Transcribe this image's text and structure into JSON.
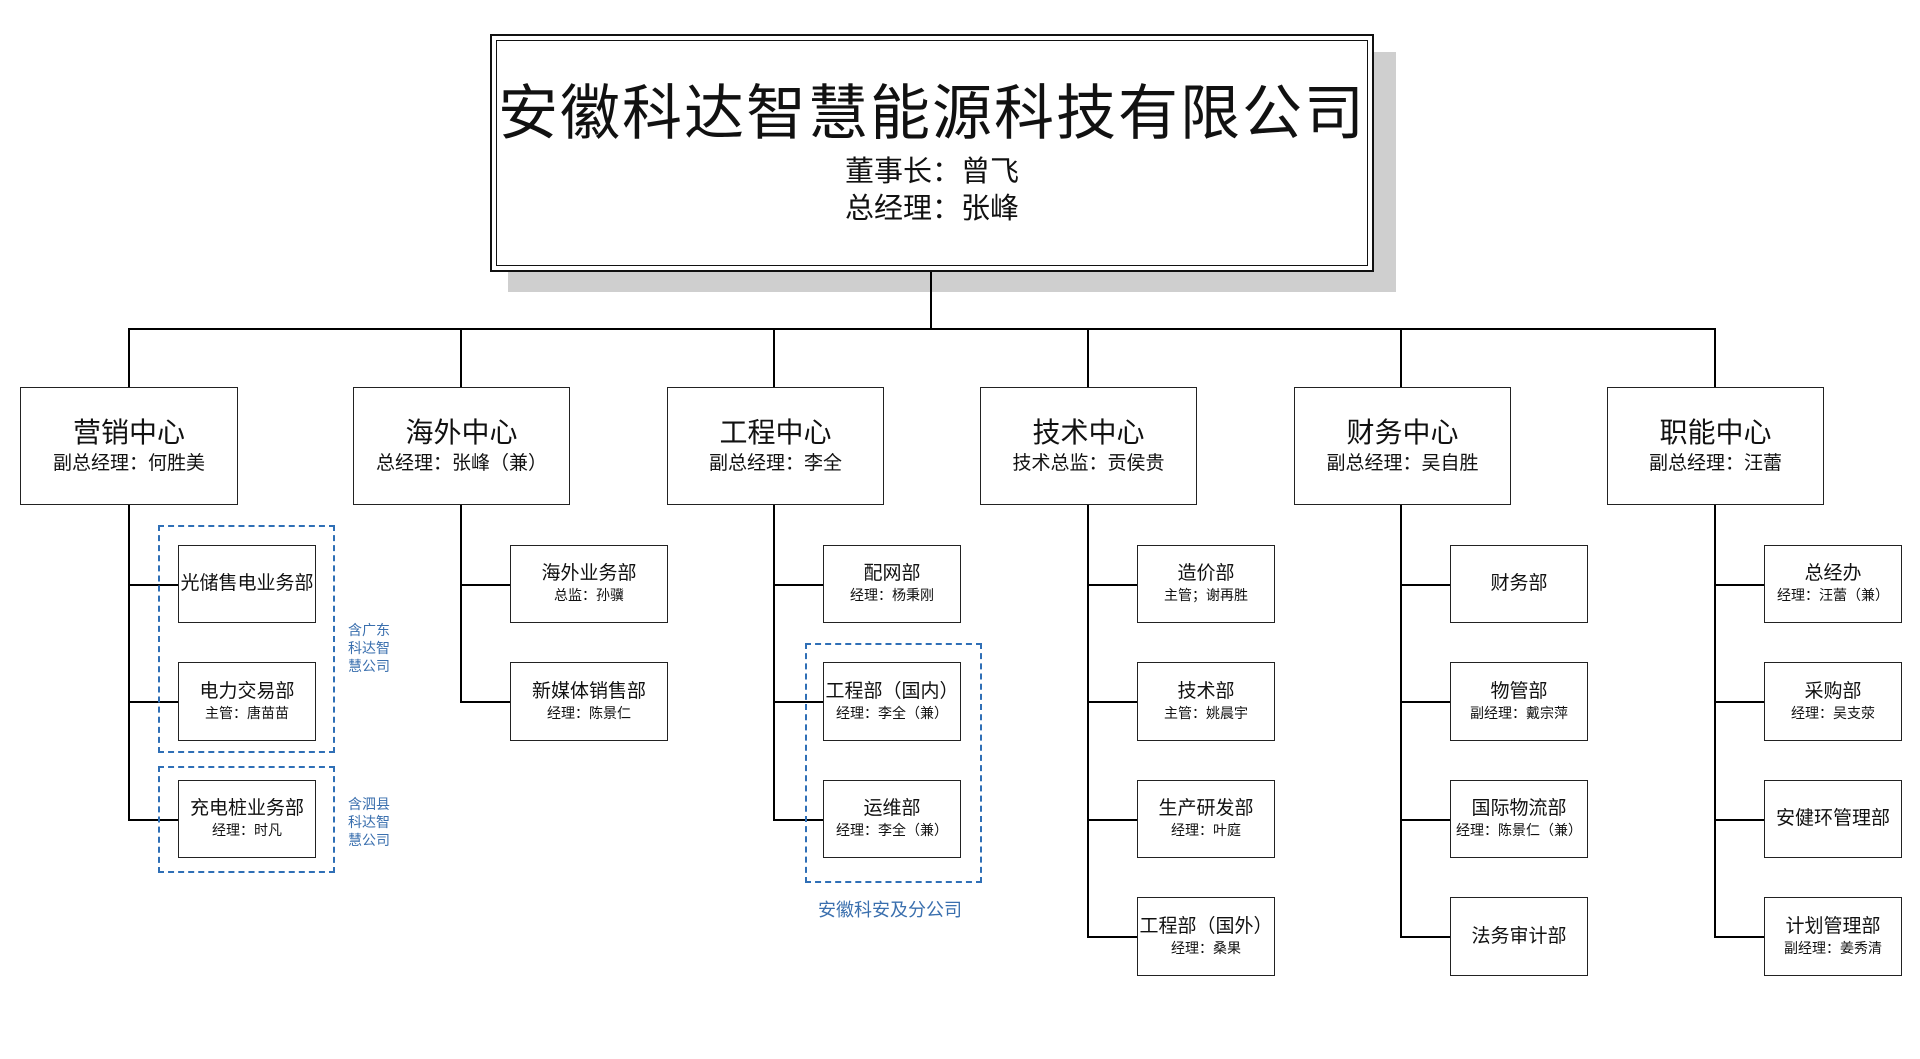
{
  "company": {
    "name": "安徽科达智慧能源科技有限公司",
    "chairman": "董事长：曾飞",
    "general_manager": "总经理：张峰"
  },
  "centers": [
    {
      "name": "营销中心",
      "manager": "副总经理：何胜美",
      "departments": [
        {
          "name": "光储售电业务部",
          "manager": ""
        },
        {
          "name": "电力交易部",
          "manager": "主管：唐苗苗"
        },
        {
          "name": "充电桩业务部",
          "manager": "经理：时凡"
        }
      ]
    },
    {
      "name": "海外中心",
      "manager": "总经理：张峰（兼）",
      "departments": [
        {
          "name": "海外业务部",
          "manager": "总监：孙骥"
        },
        {
          "name": "新媒体销售部",
          "manager": "经理：陈景仁"
        }
      ]
    },
    {
      "name": "工程中心",
      "manager": "副总经理：李全",
      "departments": [
        {
          "name": "配网部",
          "manager": "经理：杨秉刚"
        },
        {
          "name": "工程部（国内）",
          "manager": "经理：李全（兼）"
        },
        {
          "name": "运维部",
          "manager": "经理：李全（兼）"
        }
      ]
    },
    {
      "name": "技术中心",
      "manager": "技术总监：贡侯贵",
      "departments": [
        {
          "name": "造价部",
          "manager": "主管；谢再胜"
        },
        {
          "name": "技术部",
          "manager": "主管：姚晨宇"
        },
        {
          "name": "生产研发部",
          "manager": "经理：叶庭"
        },
        {
          "name": "工程部（国外）",
          "manager": "经理：桑果"
        }
      ]
    },
    {
      "name": "财务中心",
      "manager": "副总经理：吴自胜",
      "departments": [
        {
          "name": "财务部",
          "manager": ""
        },
        {
          "name": "物管部",
          "manager": "副经理：戴宗萍"
        },
        {
          "name": "国际物流部",
          "manager": "经理：陈景仁（兼）"
        },
        {
          "name": "法务审计部",
          "manager": ""
        }
      ]
    },
    {
      "name": "职能中心",
      "manager": "副总经理：汪蕾",
      "departments": [
        {
          "name": "总经办",
          "manager": "经理：汪蕾（兼）"
        },
        {
          "name": "采购部",
          "manager": "经理：吴支荥"
        },
        {
          "name": "安健环管理部",
          "manager": ""
        },
        {
          "name": "计划管理部",
          "manager": "副经理：姜秀清"
        }
      ]
    }
  ],
  "annotations": {
    "guangdong_note": "含广东科达智慧公司",
    "sixian_note": "含泗县科达智慧公司",
    "anke_caption": "安徽科安及分公司"
  },
  "colors": {
    "dashed_border": "#2f6fb6",
    "annotation_text": "#3a6fae",
    "shadow": "#cfcfcf"
  }
}
